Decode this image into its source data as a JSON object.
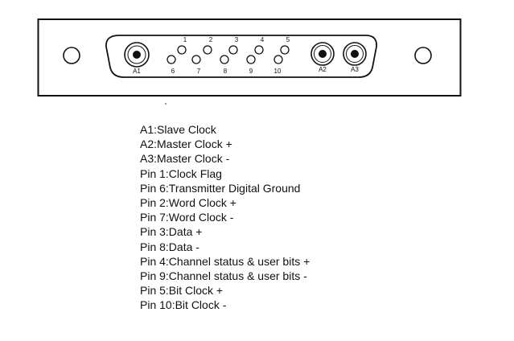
{
  "connector": {
    "top_pins": [
      "1",
      "2",
      "3",
      "4",
      "5"
    ],
    "bottom_pins": [
      "6",
      "7",
      "8",
      "9",
      "10"
    ],
    "coax_left": "A1",
    "coax_right": [
      "A2",
      "A3"
    ]
  },
  "legend": [
    "A1:Slave Clock",
    "A2:Master Clock +",
    "A3:Master Clock -",
    "Pin 1:Clock Flag",
    "Pin 6:Transmitter Digital Ground",
    "Pin 2:Word Clock +",
    "Pin 7:Word Clock -",
    "Pin 3:Data +",
    "Pin 8:Data -",
    "Pin 4:Channel status & user bits +",
    "Pin 9:Channel status & user bits -",
    "Pin 5:Bit Clock +",
    "Pin 10:Bit Clock -"
  ]
}
